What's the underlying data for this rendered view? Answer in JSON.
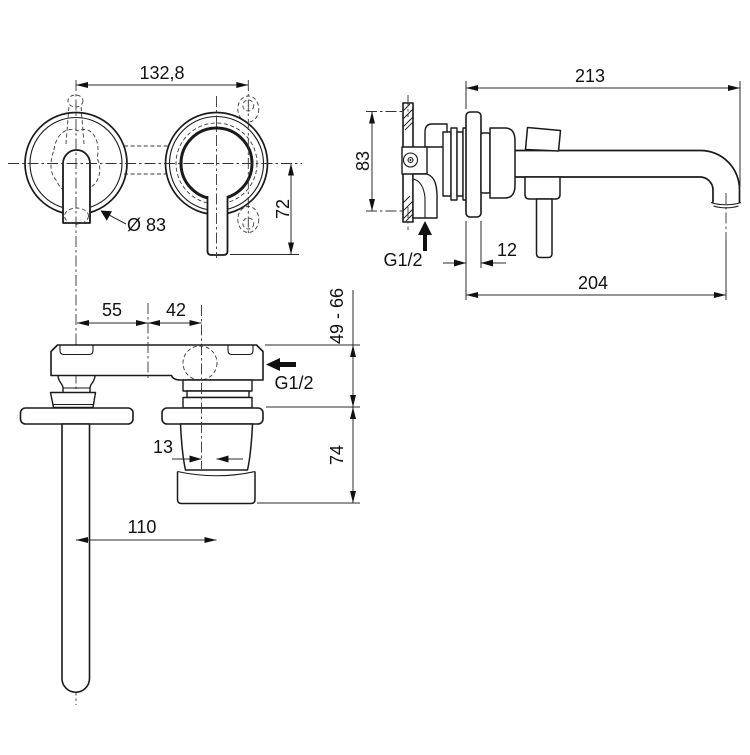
{
  "front": {
    "center_distance": "132,8",
    "escutcheon_diameter": "Ø 83",
    "spout_length": "72"
  },
  "side": {
    "total_projection": "213",
    "rough_in_height": "83",
    "inlet_thread": "G1/2",
    "escutcheon_projection": "12",
    "projection_to_spout_axis": "204"
  },
  "top": {
    "spout_to_bracket": "55",
    "bracket_to_valve": "42",
    "inlet_thread": "G1/2",
    "mounting_depth_range": "49 - 66",
    "axis_offset": "13",
    "handle_projection": "74",
    "spout_reach": "110"
  },
  "colors": {
    "background": "#ffffff",
    "line": "#1a1a1a",
    "dim_line": "#2b2b2b"
  }
}
